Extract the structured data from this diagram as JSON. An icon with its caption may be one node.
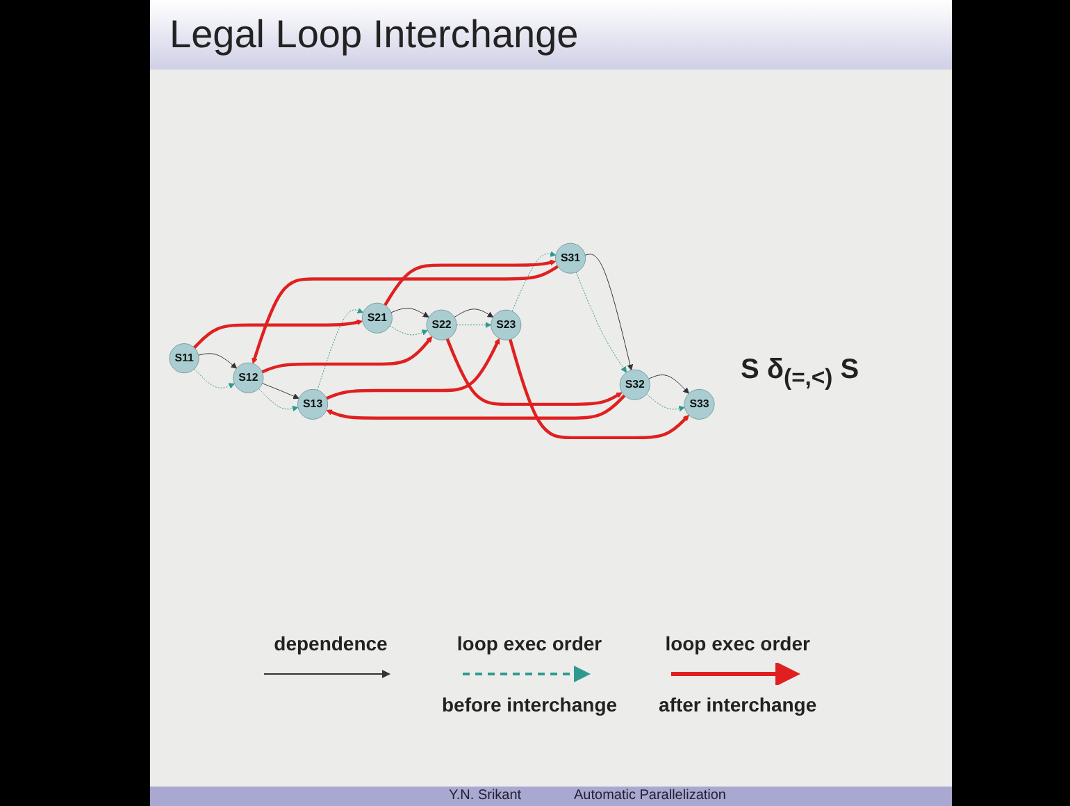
{
  "diagram": {
    "title": "Legal Loop Interchange",
    "nodes": [
      {
        "text": [
          "S11"
        ]
      },
      {
        "text": [
          "S12"
        ]
      },
      {
        "text": [
          "S13"
        ]
      },
      {
        "text": [
          "S21"
        ]
      },
      {
        "text": [
          "S22"
        ]
      },
      {
        "text": [
          "S23"
        ]
      },
      {
        "text": [
          "S31"
        ]
      },
      {
        "text": [
          "S32"
        ]
      },
      {
        "text": [
          "S33"
        ]
      }
    ],
    "edges": [
      {
        "from": 0,
        "to": 1,
        "arrow": "to",
        "color": "#333333"
      },
      {
        "from": 1,
        "to": 2,
        "arrow": "to",
        "color": "#333333"
      },
      {
        "from": 3,
        "to": 4,
        "arrow": "to",
        "color": "#333333"
      },
      {
        "from": 4,
        "to": 5,
        "arrow": "to",
        "color": "#333333"
      },
      {
        "from": 6,
        "to": 7,
        "arrow": "to",
        "color": "#333333"
      },
      {
        "from": 7,
        "to": 8,
        "arrow": "to",
        "color": "#333333"
      },
      {
        "from": 0,
        "to": 1,
        "arrow": "to",
        "style": "dashed",
        "color": "#2e9a8e"
      },
      {
        "from": 1,
        "to": 2,
        "arrow": "to",
        "style": "dashed",
        "color": "#2e9a8e"
      },
      {
        "from": 2,
        "to": 3,
        "arrow": "to",
        "style": "dashed",
        "color": "#2e9a8e"
      },
      {
        "from": 3,
        "to": 4,
        "arrow": "to",
        "style": "dashed",
        "color": "#2e9a8e"
      },
      {
        "from": 4,
        "to": 5,
        "arrow": "to",
        "style": "dashed",
        "color": "#2e9a8e"
      },
      {
        "from": 5,
        "to": 6,
        "arrow": "to",
        "style": "dashed",
        "color": "#2e9a8e"
      },
      {
        "from": 6,
        "to": 7,
        "arrow": "to",
        "style": "dashed",
        "color": "#2e9a8e"
      },
      {
        "from": 7,
        "to": 8,
        "arrow": "to",
        "style": "dashed",
        "color": "#2e9a8e"
      },
      {
        "from": 0,
        "to": 3,
        "arrow": "to",
        "style": "thick",
        "color": "#e02020"
      },
      {
        "from": 3,
        "to": 6,
        "arrow": "to",
        "style": "thick",
        "color": "#e02020"
      },
      {
        "from": 6,
        "to": 1,
        "arrow": "to",
        "style": "thick",
        "color": "#e02020"
      },
      {
        "from": 1,
        "to": 4,
        "arrow": "to",
        "style": "thick",
        "color": "#e02020"
      },
      {
        "from": 4,
        "to": 7,
        "arrow": "to",
        "style": "thick",
        "color": "#e02020"
      },
      {
        "from": 7,
        "to": 2,
        "arrow": "to",
        "style": "thick",
        "color": "#e02020"
      },
      {
        "from": 2,
        "to": 5,
        "arrow": "to",
        "style": "thick",
        "color": "#e02020"
      },
      {
        "from": 5,
        "to": 8,
        "arrow": "to",
        "style": "thick",
        "color": "#e02020"
      }
    ],
    "labels": [
      "S δ$_{(=,<)}$ S",
      "Y.N. Srikant",
      "Automatic Parallelization"
    ],
    "legend": [
      {
        "text": "dependence"
      },
      {
        "text": "loop exec order before interchange"
      },
      {
        "text": "loop exec order after interchange"
      }
    ]
  }
}
